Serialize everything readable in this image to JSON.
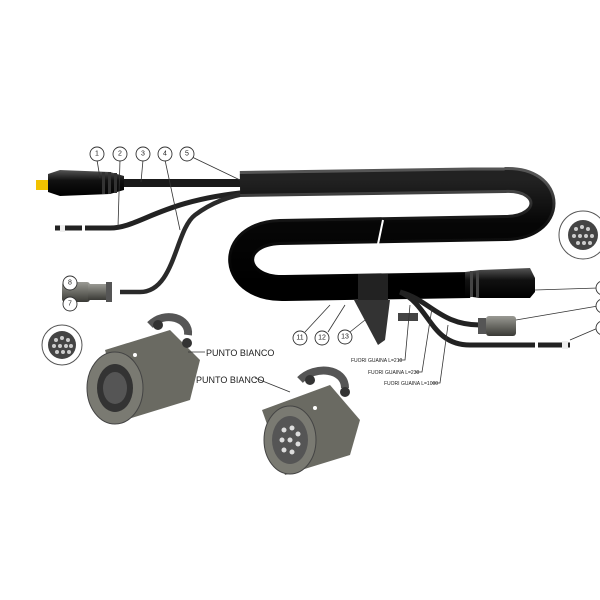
{
  "callouts": {
    "c1": "1",
    "c2": "2",
    "c3": "3",
    "c4": "4",
    "c5": "5",
    "c6": "8",
    "c7": "7",
    "c11": "11",
    "c12": "12",
    "c13": "13"
  },
  "labels": {
    "white_dot_1": "PUNTO BIANCO",
    "white_dot_2": "PUNTO BIANCO",
    "sheath_210": "FUORI GUAINA L=210",
    "sheath_230": "FUORI GUAINA L=230",
    "sheath_1000": "FUORI GUAINA L=1000"
  },
  "colors": {
    "cable": "#111111",
    "connector": "#5a5a55",
    "pin_tip": "#f2c200"
  }
}
